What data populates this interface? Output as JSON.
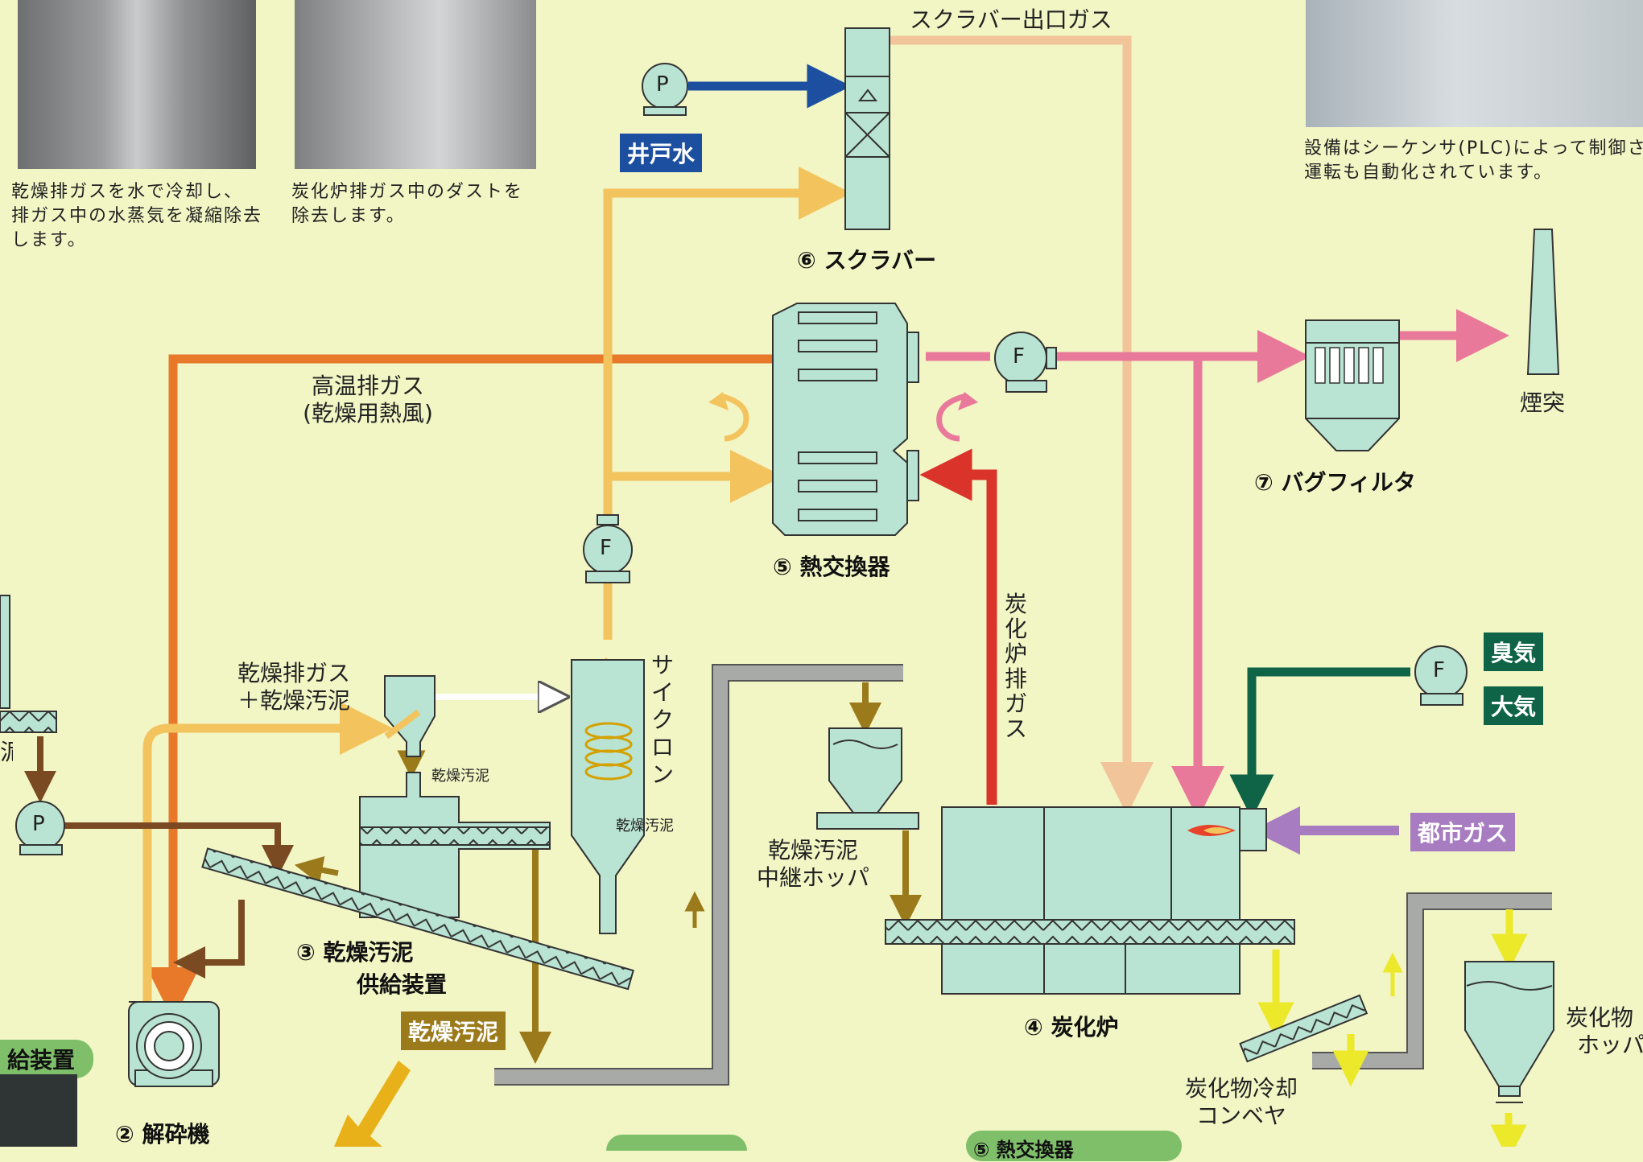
{
  "captions": {
    "photo1": [
      "乾燥排ガスを水で冷却し、",
      "排ガス中の水蒸気を凝縮除去",
      "します。"
    ],
    "photo2": [
      "炭化炉排ガス中のダストを",
      "除去します。"
    ],
    "photo3": [
      "設備はシーケンサ(PLC)によって制御さ",
      "運転も自動化されています。"
    ]
  },
  "flows": {
    "scrubber_outlet_gas": "スクラバー出口ガス",
    "hot_exhaust_1": "高温排ガス",
    "hot_exhaust_2": "(乾燥用熱風)",
    "dry_exhaust_1": "乾燥排ガス",
    "dry_exhaust_2": "＋乾燥汚泥",
    "furnace_exhaust_vertical": [
      "炭",
      "化",
      "炉",
      "排",
      "ガ",
      "ス"
    ],
    "cyclone_vertical": [
      "サ",
      "イ",
      "ク",
      "ロ",
      "ン"
    ],
    "dried_sludge_small_1": "乾燥汚泥",
    "dried_sludge_small_2": "乾燥汚泥",
    "relay_hopper_1": "乾燥汚泥",
    "relay_hopper_2": "中継ホッパ",
    "cooling_conveyor_1": "炭化物冷却",
    "cooling_conveyor_2": "コンベヤ",
    "carbide_hopper_1": "炭化物",
    "carbide_hopper_2": "ホッパ",
    "stack": "煙突",
    "left_edge_char": "泥"
  },
  "components": {
    "scrubber": "⑥ スクラバー",
    "heat_exchanger": "⑤ 熱交換器",
    "bag_filter": "⑦ バグフィルタ",
    "carbonization_furnace": "④ 炭化炉",
    "sludge_feeder_1": "③ 乾燥汚泥",
    "sludge_feeder_2": "供給装置",
    "crusher": "② 解砕機"
  },
  "tags": {
    "well_water": "井戸水",
    "odor": "臭気",
    "atmosphere": "大気",
    "city_gas": "都市ガス",
    "dried_sludge": "乾燥汚泥",
    "feeder_green": "給装置",
    "heat_exchanger_green": "⑤ 熱交換器"
  },
  "pumps": {
    "p": "P",
    "f": "F"
  },
  "colors": {
    "background": "#f2f5c4",
    "equipment": "#b9e3d2",
    "hot_gas": "#e8782a",
    "dry_gas": "#f3c45e",
    "scrubber_gas": "#f2c49a",
    "clean_gas": "#e9799a",
    "furnace_gas": "#d9332a",
    "water": "#1d4fa0",
    "odor_air": "#0f6448",
    "city_gas": "#a77cc0",
    "sludge": "#7a4a22",
    "dried_sludge": "#9a7a1a",
    "carbide": "#ece92a",
    "conveyor_grey": "#a8aaa8"
  }
}
